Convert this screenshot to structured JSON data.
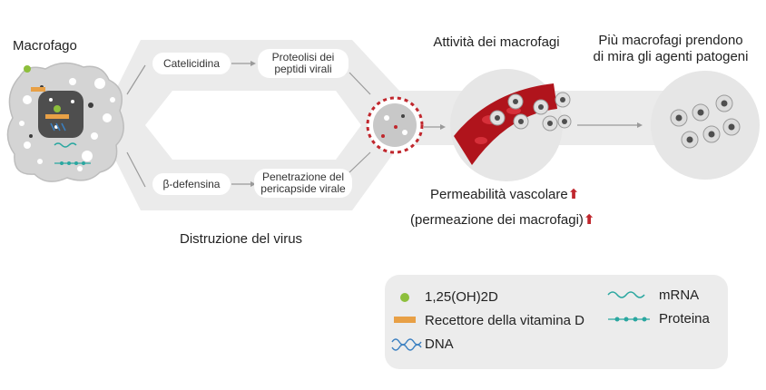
{
  "macrophage": {
    "title": "Macrofago"
  },
  "pathway": {
    "top": {
      "agent": "Catelicidina",
      "effect_line1": "Proteolisi dei",
      "effect_line2": "peptidi virali"
    },
    "bottom": {
      "agent": "β-defensina",
      "effect_line1": "Penetrazione del",
      "effect_line2": "pericapside virale"
    },
    "caption": "Distruzione del virus"
  },
  "stages": {
    "activity": "Attività dei macrofagi",
    "targeting_line1": "Più macrofagi prendono",
    "targeting_line2": "di mira gli agenti patogeni"
  },
  "permeability": {
    "line1": "Permeabilità vascolare",
    "line2": "(permeazione dei macrofagi)",
    "arrow": "⬆"
  },
  "legend": {
    "items": [
      {
        "label": "1,25(OH)2D",
        "icon": "green-dot-icon"
      },
      {
        "label": "Recettore della vitamina D",
        "icon": "orange-bar-icon"
      },
      {
        "label": "DNA",
        "icon": "dna-helix-icon"
      },
      {
        "label": "mRNA",
        "icon": "mrna-wave-icon"
      },
      {
        "label": "Proteina",
        "icon": "protein-chain-icon"
      }
    ]
  },
  "colors": {
    "band": "#e8e8e8",
    "cell": "#d2d2d2",
    "nucleus": "#4e4e4e",
    "vitamin": "#8dbf3c",
    "receptor": "#e8a046",
    "dna": "#3a7fc1",
    "mrna": "#2aa7a0",
    "vessel": "#b0141c",
    "arrow_up": "#c0272d"
  }
}
